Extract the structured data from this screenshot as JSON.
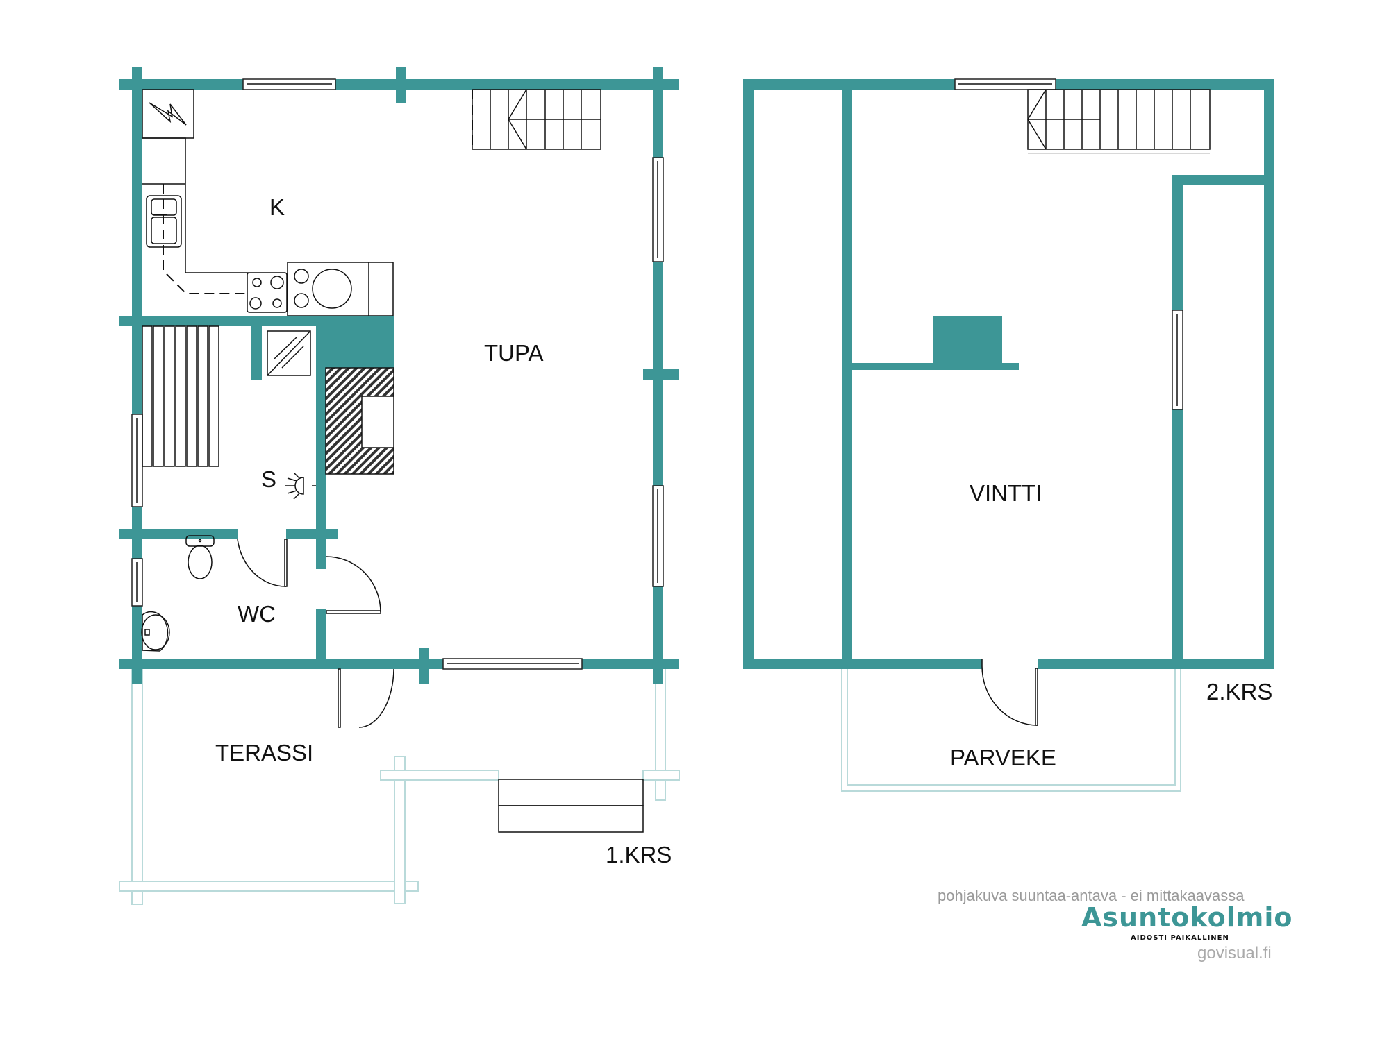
{
  "floor1": {
    "label": "1.KRS",
    "rooms": {
      "kitchen": "K",
      "living_room": "TUPA",
      "sauna": "S",
      "wc": "WC",
      "terrace": "TERASSI"
    }
  },
  "floor2": {
    "label": "2.KRS",
    "rooms": {
      "attic": "VINTTI",
      "balcony": "PARVEKE"
    }
  },
  "footer": {
    "disclaimer": "pohjakuva suuntaa-antava - ei mittakaavassa",
    "brand_name": "Asuntokolmio",
    "brand_tagline": "AIDOSTI PAIKALLINEN",
    "credit": "govisual.fi"
  },
  "colors": {
    "wall": "#3d9696",
    "brand": "#3d9696"
  },
  "icons": [
    "electrical-panel-icon",
    "sink-icon",
    "stove-icon",
    "sauna-stove-icon",
    "shower-icon",
    "toilet-icon",
    "washbasin-icon",
    "fireplace-icon",
    "stairs-icon"
  ]
}
